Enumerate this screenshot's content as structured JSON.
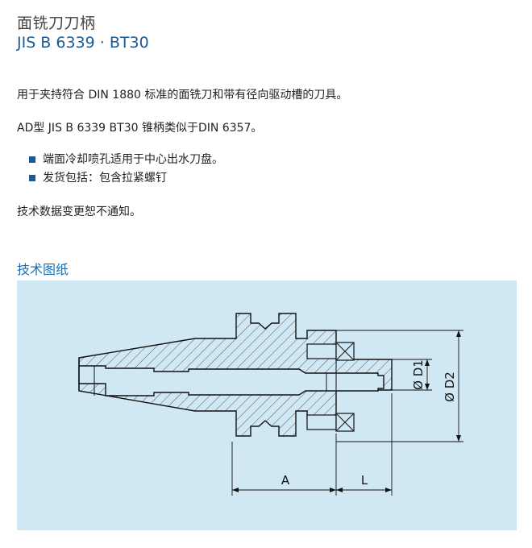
{
  "header": {
    "title": "面铣刀刀柄",
    "subtitle": "JIS B 6339 · BT30"
  },
  "content": {
    "paragraph1": "用于夹持符合 DIN 1880 标准的面铣刀和带有径向驱动槽的刀具。",
    "paragraph2": "AD型 JIS B 6339 BT30 锥柄类似于DIN 6357。",
    "bullets": [
      "端面冷却喷孔适用于中心出水刀盘。",
      "发货包括：包含拉紧螺钉"
    ],
    "paragraph3": "技术数据变更恕不通知。"
  },
  "drawing": {
    "section_title": "技术图纸",
    "labels": {
      "a": "A",
      "l": "L",
      "d1": "Ø D1",
      "d2": "Ø D2"
    },
    "colors": {
      "background": "#cfe8f3",
      "line": "#111111",
      "hatch": "#333333"
    }
  }
}
